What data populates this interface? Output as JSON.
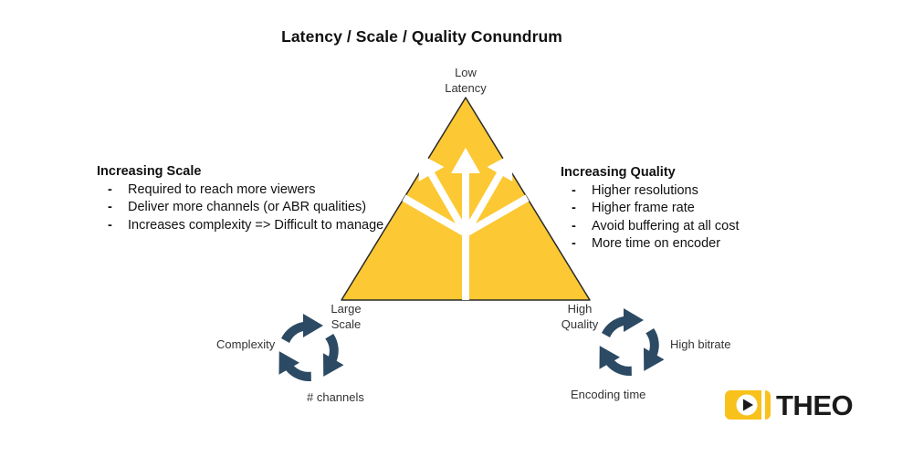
{
  "title": "Latency / Scale / Quality Conundrum",
  "vertices": {
    "top": [
      "Low",
      "Latency"
    ],
    "left": [
      "Large",
      "Scale"
    ],
    "right": [
      "High",
      "Quality"
    ]
  },
  "scale_block": {
    "heading": "Increasing Scale",
    "items": [
      "Required to reach more viewers",
      "Deliver more channels (or ABR qualities)",
      "Increases complexity => Difficult to manage"
    ]
  },
  "quality_block": {
    "heading": "Increasing Quality",
    "items": [
      "Higher resolutions",
      "Higher frame rate",
      "Avoid buffering at all cost",
      "More time on encoder"
    ]
  },
  "left_cycle": {
    "labels": [
      "Complexity",
      "# channels"
    ]
  },
  "right_cycle": {
    "labels": [
      "High bitrate",
      "Encoding time"
    ]
  },
  "logo": {
    "text": "THEO"
  },
  "colors": {
    "triangle_fill": "#fcc833",
    "triangle_stroke": "#2a2a2a",
    "arrows": "#ffffff",
    "cycle_arrows": "#2c4a63",
    "logo_yellow": "#f9c11c"
  },
  "icons": {
    "cycle": "circular-arrows-icon",
    "logo_mark": "play-icon"
  }
}
